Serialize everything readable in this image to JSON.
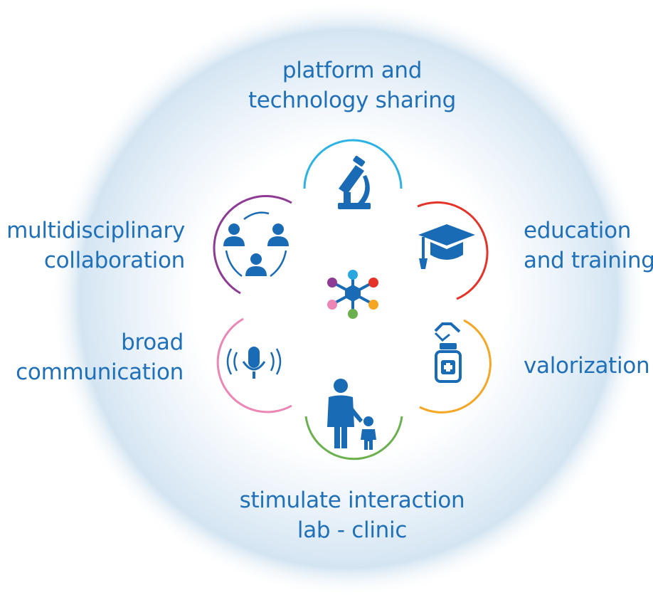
{
  "labels": {
    "platform": [
      "platform and",
      "technology sharing"
    ],
    "education": [
      "education",
      "and training"
    ],
    "valorization": [
      "valorization"
    ],
    "stimulate": [
      "stimulate interaction",
      "lab - clinic"
    ],
    "broad": [
      "broad",
      "communication"
    ],
    "multidisciplinary": [
      "multidisciplinary",
      "collaboration"
    ]
  },
  "colors": {
    "text": "#1f70b8",
    "icon": "#1a6bb5",
    "halo": "#cfe1f0",
    "arc_platform": "#2bb3e6",
    "arc_education": "#e63329",
    "arc_valorization": "#f5a623",
    "arc_stimulate": "#6ab04c",
    "arc_broad": "#ec86b4",
    "arc_multi": "#8e3b93",
    "hub_node_top": "#29a8e0",
    "hub_node_top_right": "#e63329",
    "hub_node_bottom_right": "#f5a623",
    "hub_node_bottom": "#6ab04c",
    "hub_node_bottom_left": "#ec86b4",
    "hub_node_top_left": "#8e3b93"
  },
  "icons": {
    "platform": "microscope-icon",
    "education": "graduation-cap-icon",
    "valorization": "medicine-bottle-handshake-icon",
    "stimulate": "doctor-child-icon",
    "broad": "microphone-broadcast-icon",
    "multidisciplinary": "group-people-icon",
    "center": "network-hub-icon"
  }
}
